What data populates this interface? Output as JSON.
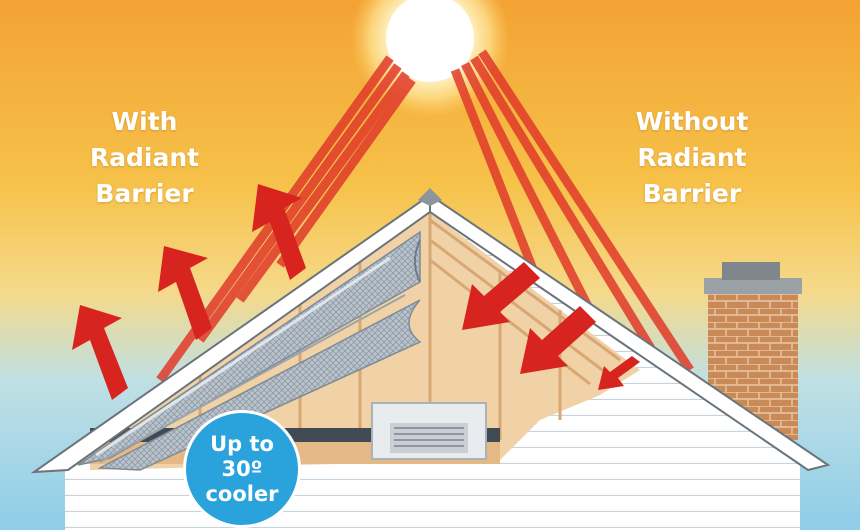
{
  "labels": {
    "with_line1": "With",
    "with_line2": "Radiant",
    "with_line3": "Barrier",
    "without_line1": "Without",
    "without_line2": "Radiant",
    "without_line3": "Barrier"
  },
  "badge": {
    "line1": "Up to",
    "line2": "30º",
    "line3": "cooler"
  },
  "colors": {
    "sky_top": "#f3a233",
    "sky_mid": "#f6c24a",
    "sky_bottom": "#8fcde9",
    "ray": "#e03a2a",
    "arrow": "#d8241f",
    "badge": "#2aa2dc",
    "brick": "#c98a58",
    "wood": "#f0d2a6"
  }
}
